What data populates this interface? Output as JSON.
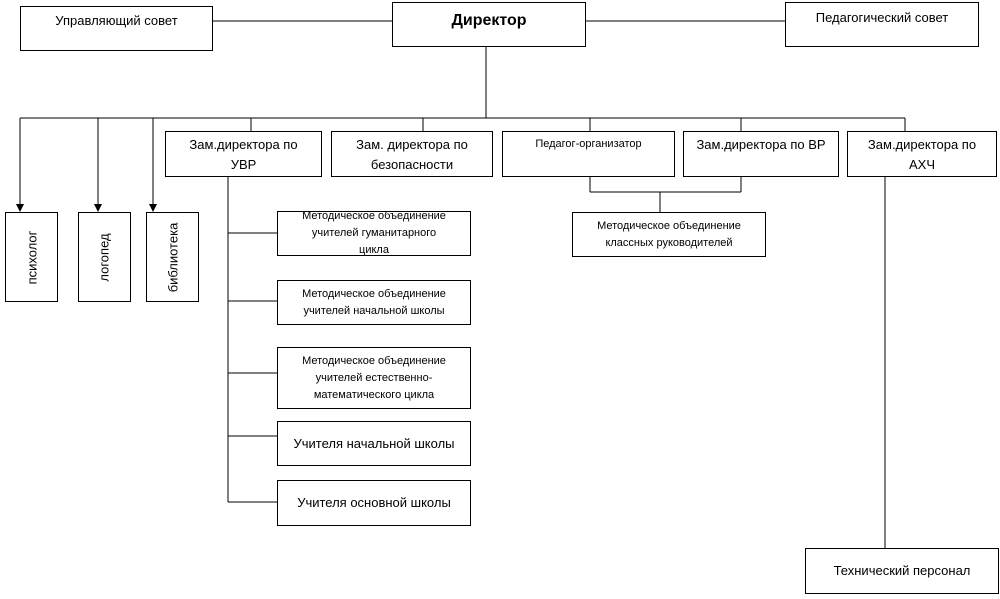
{
  "nodes": {
    "director": "Директор",
    "governing_council": "Управляющий совет",
    "pedagogical_council": "Педагогический совет",
    "deputy_uvr": "Зам.директора по УВР",
    "deputy_security": "Зам. директора по безопасности",
    "pedagogue_organizer": "Педагог-организатор",
    "deputy_vr": "Зам.директора по ВР",
    "deputy_ahch": "Зам.директора по АХЧ",
    "psychologist": "психолог",
    "speech_therapist": "логопед",
    "library": "библиотека",
    "mo_humanities": "Методическое объединение учителей гуманитарного цикла",
    "mo_primary": "Методическое объединение учителей начальной школы",
    "mo_science_math": "Методическое объединение учителей естественно-математического цикла",
    "primary_teachers": "Учителя начальной школы",
    "secondary_teachers": "Учителя основной школы",
    "mo_class_teachers": "Методическое объединение классных руководителей",
    "technical_staff": "Технический персонал"
  }
}
